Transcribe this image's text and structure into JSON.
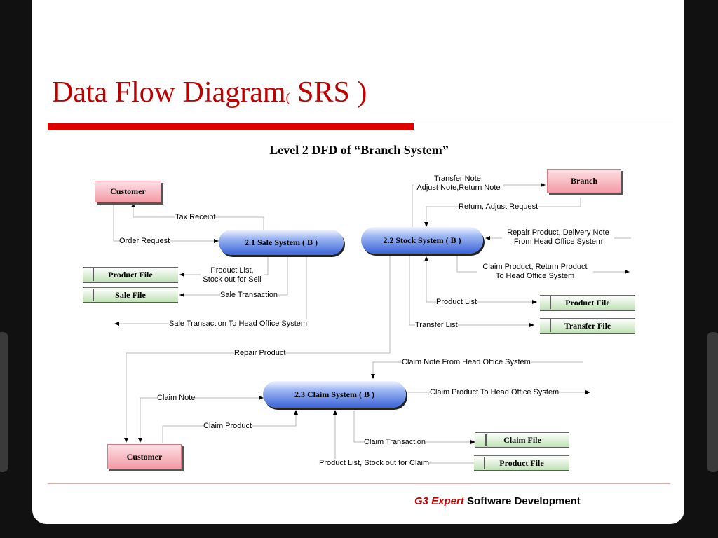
{
  "title": {
    "main": "Data Flow Diagram",
    "paren_open": "(",
    "rest": " SRS )"
  },
  "subtitle": "Level 2 DFD of “Branch System”",
  "entities": {
    "customer_top": "Customer",
    "customer_bottom": "Customer",
    "branch": "Branch"
  },
  "processes": {
    "sale": "2.1 Sale System ( B )",
    "stock": "2.2 Stock System ( B )",
    "claim": "2.3 Claim System ( B )"
  },
  "stores": {
    "product_file_1": "Product File",
    "sale_file": "Sale File",
    "product_file_2": "Product File",
    "transfer_file": "Transfer File",
    "claim_file": "Claim File",
    "product_file_3": "Product File"
  },
  "flows": {
    "tax_receipt": "Tax Receipt",
    "order_request": "Order Request",
    "product_list_stock_1": "Product List,",
    "product_list_stock_2": "Stock out for Sell",
    "sale_transaction": "Sale Transaction",
    "sale_to_head_office": "Sale Transaction To Head Office System",
    "transfer_note_1": "Transfer Note,",
    "transfer_note_2": "Adjust Note,Return Note",
    "return_adjust": "Return, Adjust Request",
    "repair_delivery_1": "Repair Product, Delivery Note",
    "repair_delivery_2": "From Head Office System",
    "claim_return_1": "Claim Product, Return Product",
    "claim_return_2": "To Head Office System",
    "product_list": "Product List",
    "transfer_list": "Transfer List",
    "repair_product": "Repair Product",
    "claim_note_head": "Claim Note From Head Office System",
    "claim_product_head": "Claim Product To Head Office System",
    "claim_note": "Claim Note",
    "claim_product": "Claim Product",
    "claim_transaction": "Claim Transaction",
    "product_list_claim": "Product List, Stock out for Claim"
  },
  "footer": {
    "accent": "G3 Expert",
    "rest": " Software Development"
  },
  "colors": {
    "title_red": "#c00000",
    "entity_pink": "#f39aa5",
    "store_green": "#bfe3b4",
    "process_blue": "#3a63d8"
  }
}
